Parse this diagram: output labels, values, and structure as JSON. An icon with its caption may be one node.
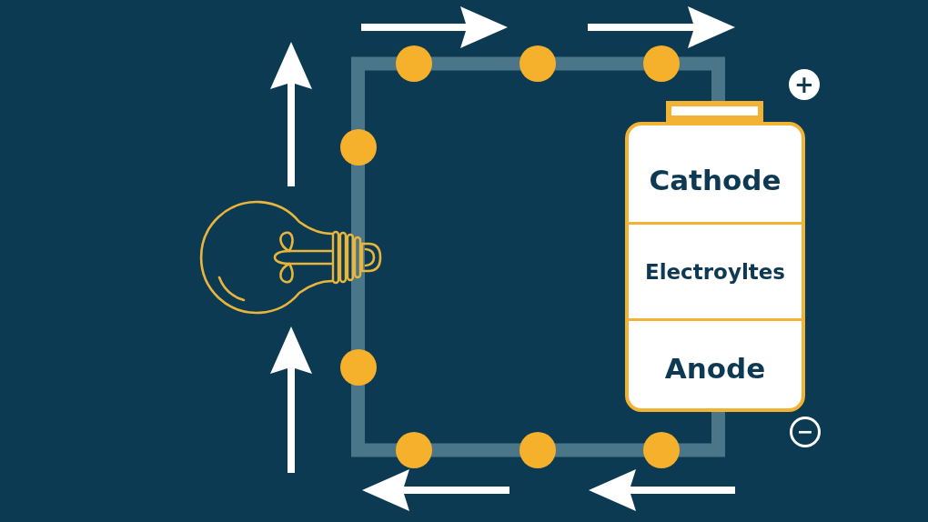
{
  "diagram": {
    "nodes": [
      {
        "text": [],
        "shape": "picture"
      },
      {
        "text": [],
        "shape": "box"
      },
      {
        "text": [
          "Cathode"
        ],
        "in": 1
      },
      {
        "text": [
          "Electroyltes"
        ],
        "in": 1
      },
      {
        "text": [
          "Anode"
        ],
        "in": 1
      },
      {
        "text": [
          "+"
        ]
      },
      {
        "text": [
          "−"
        ]
      }
    ],
    "edges": [
      {
        "from": 1,
        "to": 0,
        "arrow": "none"
      },
      {
        "from": 0,
        "to": 1,
        "arrow": "none"
      }
    ]
  }
}
